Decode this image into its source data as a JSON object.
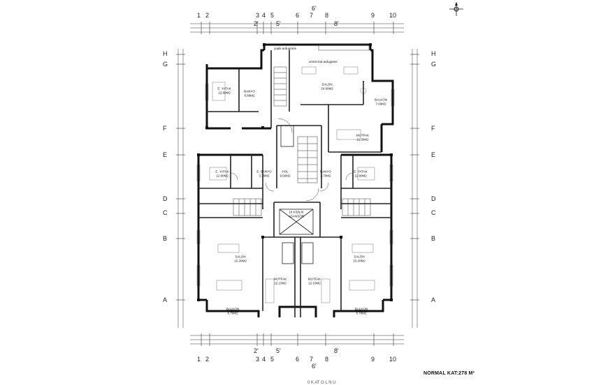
{
  "top_axis_labels": [
    "1",
    "2",
    "3",
    "4",
    "5",
    "6",
    "7",
    "8",
    "9",
    "10"
  ],
  "top_sub_axis_labels": [
    "2'",
    "5'",
    "6'",
    "8'"
  ],
  "bottom_axis_labels": [
    "1",
    "2",
    "3",
    "4",
    "5",
    "6",
    "7",
    "8",
    "9",
    "10"
  ],
  "bottom_sub_axis_labels": [
    "2'",
    "5'",
    "6'",
    "8'"
  ],
  "left_axis_labels": [
    "H",
    "G",
    "F",
    "E",
    "D",
    "C",
    "B",
    "A"
  ],
  "right_axis_labels": [
    "H",
    "G",
    "F",
    "E",
    "D",
    "C",
    "B",
    "A"
  ],
  "annotations": {
    "top_note_1": "çepik ardugüme",
    "top_note_2": "zemin kat ardugüme"
  },
  "rooms": [
    {
      "id": "yatak-top-left",
      "name": "E. YATAK",
      "area": "12.80M2"
    },
    {
      "id": "banyo-top-left",
      "name": "BANYO",
      "area": "6.80M2"
    },
    {
      "id": "salon-top",
      "name": "SALON",
      "area": "24.90M2"
    },
    {
      "id": "balkon-top",
      "name": "BALKON",
      "area": "7.60M2"
    },
    {
      "id": "mutfak-top",
      "name": "MUTFAK",
      "area": "11.30M2"
    },
    {
      "id": "yatak-mid-left",
      "name": "E. YATAK",
      "area": "12.90M2"
    },
    {
      "id": "banyo-mid-left",
      "name": "E. BANYO",
      "area": "3.70M2"
    },
    {
      "id": "hol-mid",
      "name": "HOL",
      "area": "9.56M2"
    },
    {
      "id": "banyo-mid-right",
      "name": "BANYO",
      "area": "3.70M2"
    },
    {
      "id": "yatak-mid-right",
      "name": "E. YATAK",
      "area": "12.90M2"
    },
    {
      "id": "asansor",
      "name": "10 KİŞİLİK",
      "area": "ASANSÖR"
    },
    {
      "id": "salon-left",
      "name": "SALON",
      "area": "22.29M2"
    },
    {
      "id": "salon-right",
      "name": "SALON",
      "area": "22.20M2"
    },
    {
      "id": "mutfak-left",
      "name": "MUTFAK",
      "area": "12.10M2"
    },
    {
      "id": "mutfak-right",
      "name": "MUTFAK",
      "area": "12.10M2"
    },
    {
      "id": "balkon-left",
      "name": "BALKON",
      "area": "6.70M2"
    },
    {
      "id": "balkon-right",
      "name": "BALKON",
      "area": "6.70M2"
    }
  ],
  "title": "NORMAL KAT:278 M²",
  "bottom_text": "0 K AT  O L  N U",
  "icons": {
    "compass": "north-arrow-icon"
  }
}
